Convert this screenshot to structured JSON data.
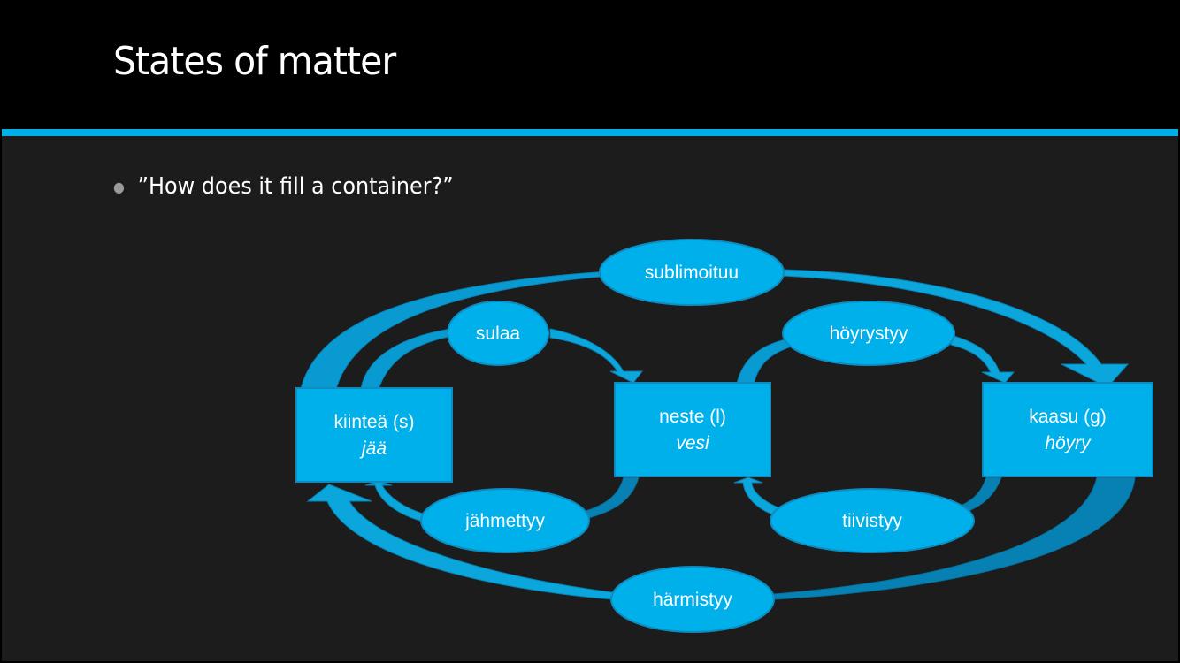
{
  "slide": {
    "title": "States of matter",
    "bullets": [
      "”How does it fill a container?”"
    ]
  },
  "colors": {
    "header_bg": "#000000",
    "accent_stripe": "#00b0ea",
    "body_bg": "#1c1c1c",
    "shape_fill": "#00b0ea",
    "shape_border": "#0e8bbf",
    "arrow_fill": "#0a9ad2",
    "arrow_shadow": "#0781b3",
    "text": "#ffffff"
  },
  "diagram": {
    "states": [
      {
        "id": "solid",
        "label": "kiinteä (s)",
        "example": "jää"
      },
      {
        "id": "liquid",
        "label": "neste (l)",
        "example": "vesi"
      },
      {
        "id": "gas",
        "label": "kaasu (g)",
        "example": "höyry"
      }
    ],
    "transitions": [
      {
        "id": "sublimation",
        "label": "sublimoituu",
        "from": "solid",
        "to": "gas"
      },
      {
        "id": "melting",
        "label": "sulaa",
        "from": "solid",
        "to": "liquid"
      },
      {
        "id": "vaporization",
        "label": "höyrystyy",
        "from": "liquid",
        "to": "gas"
      },
      {
        "id": "freezing",
        "label": "jähmettyy",
        "from": "liquid",
        "to": "solid"
      },
      {
        "id": "condensation",
        "label": "tiivistyy",
        "from": "gas",
        "to": "liquid"
      },
      {
        "id": "deposition",
        "label": "härmistyy",
        "from": "gas",
        "to": "solid"
      }
    ]
  }
}
